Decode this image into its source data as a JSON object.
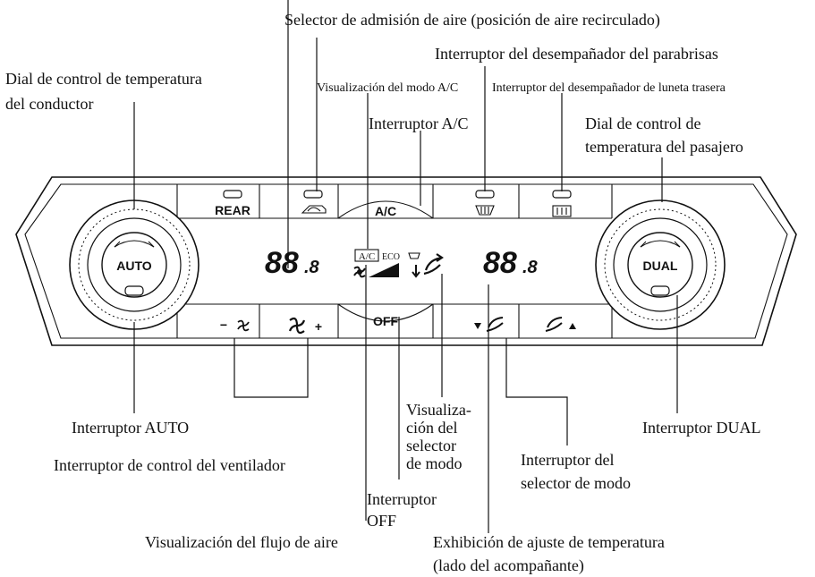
{
  "labels": {
    "intake_selector": "Selector de admisión de aire (posición de aire recirculado)",
    "windshield_defroster": "Interruptor del desempañador del parabrisas",
    "driver_temp_dial_l1": "Dial de control de temperatura",
    "driver_temp_dial_l2": "del conductor",
    "ac_mode_display": "Visualización del modo A/C",
    "rear_defroster": "Interruptor del desempañador de luneta trasera",
    "ac_switch": "Interruptor A/C",
    "passenger_temp_dial_l1": "Dial de control de",
    "passenger_temp_dial_l2": "temperatura del pasajero",
    "auto_switch": "Interruptor AUTO",
    "fan_control_switch": "Interruptor de control del ventilador",
    "mode_display_l1": "Visualiza-",
    "mode_display_l2": "ción del",
    "mode_display_l3": "selector",
    "mode_display_l4": "de modo",
    "dual_switch": "Interruptor DUAL",
    "mode_selector_l1": "Interruptor del",
    "mode_selector_l2": "selector de modo",
    "off_switch_l1": "Interruptor",
    "off_switch_l2": "OFF",
    "airflow_display": "Visualización del flujo de aire",
    "passenger_temp_display_l1": "Exhibición de ajuste de temperatura",
    "passenger_temp_display_l2": "(lado del acompañante)"
  },
  "panel": {
    "auto_button": "AUTO",
    "dual_button": "DUAL",
    "rear_button": "REAR",
    "ac_button": "A/C",
    "off_button": "OFF",
    "left_temp_main": "88",
    "left_temp_decimal": ".8",
    "right_temp_main": "88",
    "right_temp_decimal": ".8",
    "ac_indicator": "A/C",
    "eco_indicator": "ECO",
    "fan_down": "−",
    "fan_up": "+"
  }
}
